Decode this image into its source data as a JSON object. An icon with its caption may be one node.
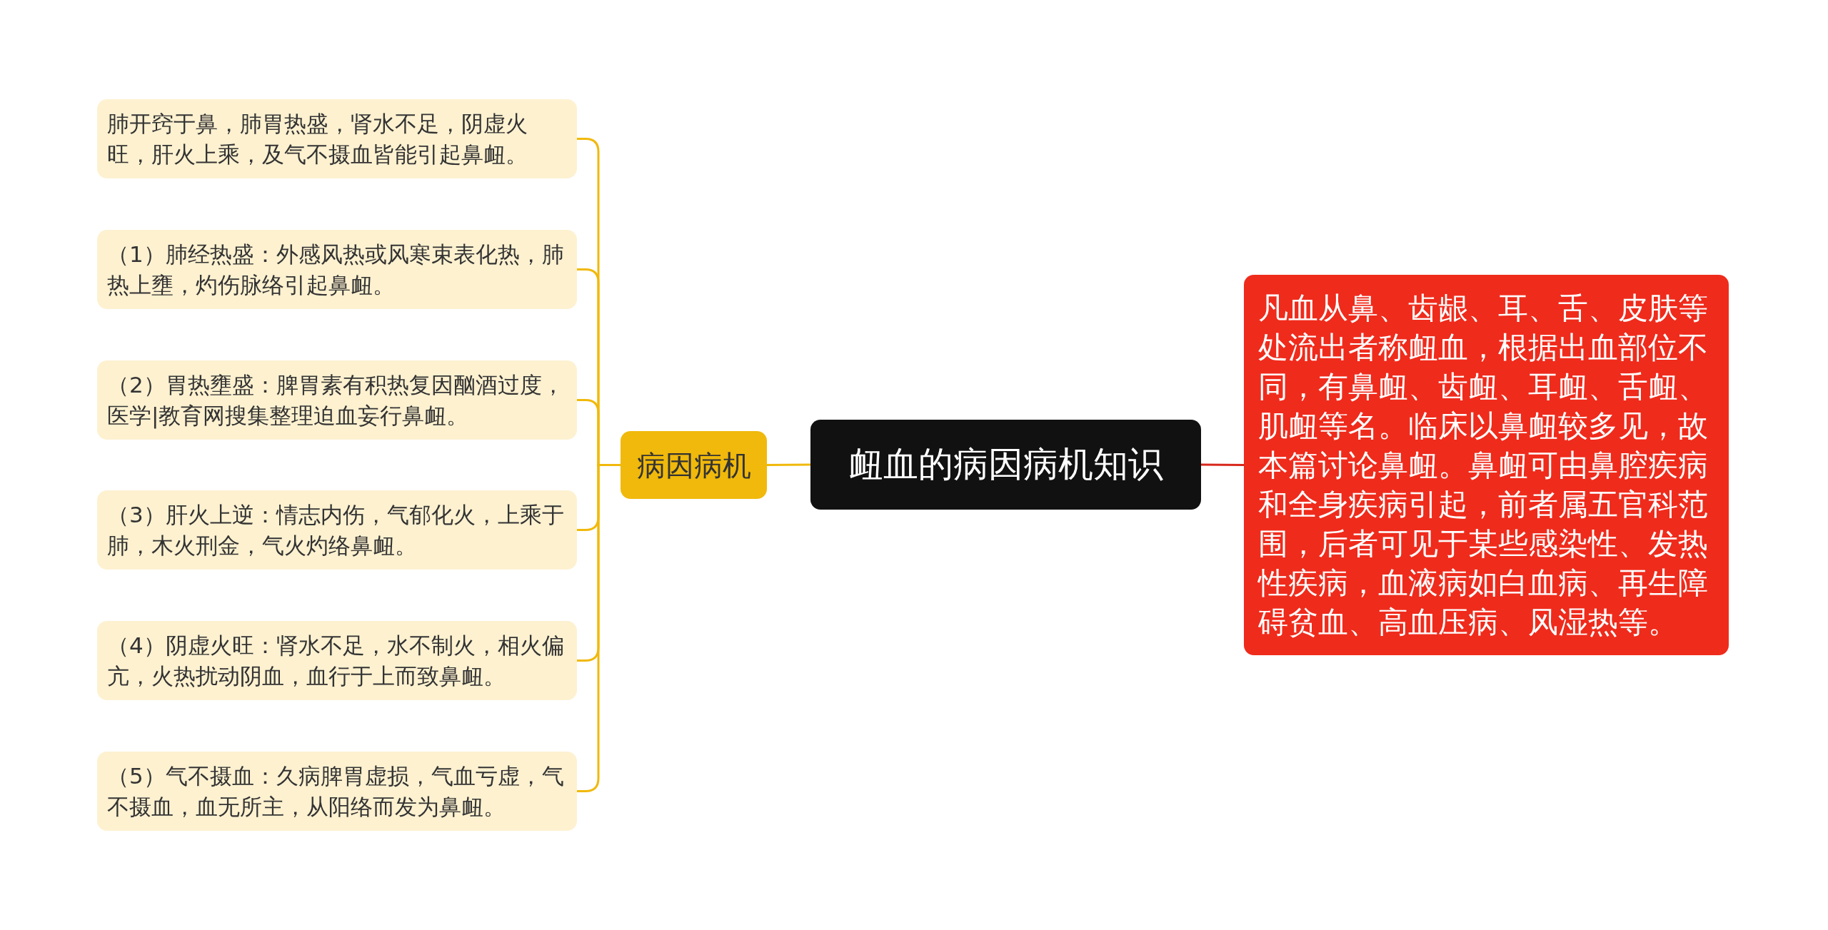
{
  "diagram": {
    "nodes": [
      {
        "text": [
          "衄血的病因病机知识"
        ]
      },
      {
        "text": [
          "病因病机"
        ]
      },
      {
        "text": [
          "肺开窍于鼻，肺胃热盛，肾水不足，阴虚火旺，肝火上乘，及气不摄血皆能引起鼻衄。"
        ]
      },
      {
        "text": [
          "（1）肺经热盛：外感风热或风寒束表化热，肺热上壅，灼伤脉络引起鼻衄。"
        ]
      },
      {
        "text": [
          "（2）胃热壅盛：脾胃素有积热复因酗酒过度，医学|教育网搜集整理迫血妄行鼻衄。"
        ]
      },
      {
        "text": [
          "（3）肝火上逆：情志内伤，气郁化火，上乘于肺，木火刑金，气火灼络鼻衄。"
        ]
      },
      {
        "text": [
          "（4）阴虚火旺：肾水不足，水不制火，相火偏亢，火热扰动阴血，血行于上而致鼻衄。"
        ]
      },
      {
        "text": [
          "（5）气不摄血：久病脾胃虚损，气血亏虚，气不摄血，血无所主，从阳络而发为鼻衄。"
        ]
      },
      {
        "text": [
          "凡血从鼻、齿龈、耳、舌、皮肤等处流出者称衄血，根据出血部位不同，有鼻衄、齿衄、耳衄、舌衄、肌衄等名。临床以鼻衄较多见，故本篇讨论鼻衄。鼻衄可由鼻腔疾病和全身疾病引起，前者属五官科范围，后者可见于某些感染性、发热性疾病，血液病如白血病、再生障碍贫血、高血压病、风湿热等。"
        ]
      }
    ],
    "edges": [
      {
        "from": 0,
        "to": 1,
        "arrow": "none"
      },
      {
        "from": 1,
        "to": 2,
        "arrow": "none"
      },
      {
        "from": 1,
        "to": 3,
        "arrow": "none"
      },
      {
        "from": 1,
        "to": 4,
        "arrow": "none"
      },
      {
        "from": 1,
        "to": 5,
        "arrow": "none"
      },
      {
        "from": 1,
        "to": 6,
        "arrow": "none"
      },
      {
        "from": 1,
        "to": 7,
        "arrow": "none"
      },
      {
        "from": 0,
        "to": 8,
        "arrow": "none",
        "color": "#d8281c"
      }
    ]
  }
}
